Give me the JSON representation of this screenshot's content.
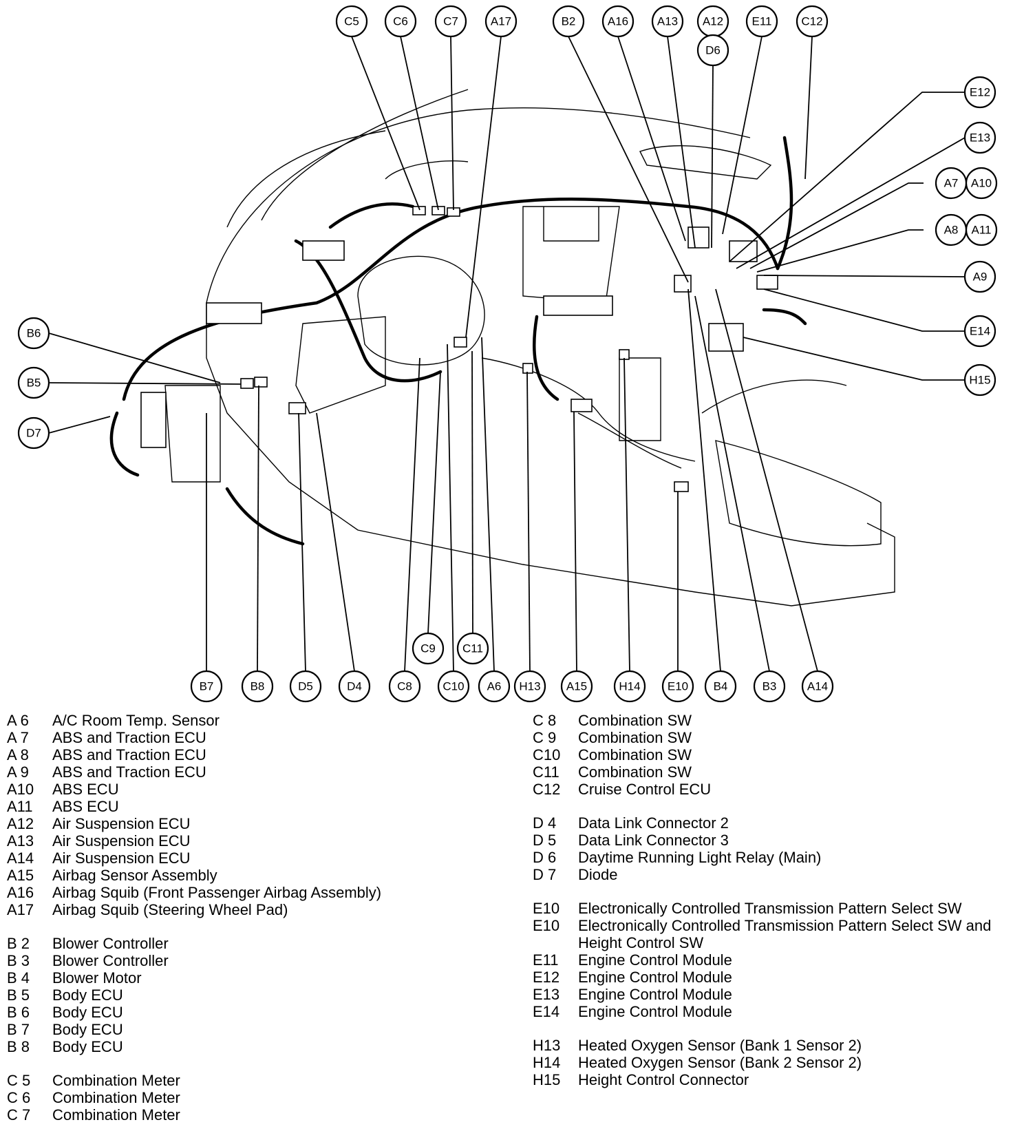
{
  "callouts": [
    {
      "id": "C5"
    },
    {
      "id": "C6"
    },
    {
      "id": "C7"
    },
    {
      "id": "A17"
    },
    {
      "id": "B2"
    },
    {
      "id": "A16"
    },
    {
      "id": "A13"
    },
    {
      "id": "A12"
    },
    {
      "id": "D6"
    },
    {
      "id": "E11"
    },
    {
      "id": "C12"
    },
    {
      "id": "E12"
    },
    {
      "id": "E13"
    },
    {
      "id": "A7"
    },
    {
      "id": "A10"
    },
    {
      "id": "A8"
    },
    {
      "id": "A11"
    },
    {
      "id": "A9"
    },
    {
      "id": "E14"
    },
    {
      "id": "H15"
    },
    {
      "id": "B6"
    },
    {
      "id": "B5"
    },
    {
      "id": "D7"
    },
    {
      "id": "C9"
    },
    {
      "id": "C11"
    },
    {
      "id": "B7"
    },
    {
      "id": "B8"
    },
    {
      "id": "D5"
    },
    {
      "id": "D4"
    },
    {
      "id": "C8"
    },
    {
      "id": "C10"
    },
    {
      "id": "A6"
    },
    {
      "id": "H13"
    },
    {
      "id": "A15"
    },
    {
      "id": "H14"
    },
    {
      "id": "E10"
    },
    {
      "id": "B4"
    },
    {
      "id": "B3"
    },
    {
      "id": "A14"
    }
  ],
  "legend": {
    "left": [
      [
        {
          "code": "A 6",
          "desc": "A/C Room Temp. Sensor"
        },
        {
          "code": "A 7",
          "desc": "ABS and Traction ECU"
        },
        {
          "code": "A 8",
          "desc": "ABS and Traction ECU"
        },
        {
          "code": "A 9",
          "desc": "ABS and Traction ECU"
        },
        {
          "code": "A10",
          "desc": "ABS ECU"
        },
        {
          "code": "A11",
          "desc": "ABS ECU"
        },
        {
          "code": "A12",
          "desc": "Air Suspension ECU"
        },
        {
          "code": "A13",
          "desc": "Air Suspension ECU"
        },
        {
          "code": "A14",
          "desc": "Air Suspension ECU"
        },
        {
          "code": "A15",
          "desc": "Airbag Sensor Assembly"
        },
        {
          "code": "A16",
          "desc": "Airbag Squib (Front Passenger Airbag Assembly)"
        },
        {
          "code": "A17",
          "desc": "Airbag Squib (Steering Wheel Pad)"
        }
      ],
      [
        {
          "code": "B 2",
          "desc": "Blower Controller"
        },
        {
          "code": "B 3",
          "desc": "Blower Controller"
        },
        {
          "code": "B 4",
          "desc": "Blower Motor"
        },
        {
          "code": "B 5",
          "desc": "Body ECU"
        },
        {
          "code": "B 6",
          "desc": "Body ECU"
        },
        {
          "code": "B 7",
          "desc": "Body ECU"
        },
        {
          "code": "B 8",
          "desc": "Body ECU"
        }
      ],
      [
        {
          "code": "C 5",
          "desc": "Combination Meter"
        },
        {
          "code": "C 6",
          "desc": "Combination Meter"
        },
        {
          "code": "C 7",
          "desc": "Combination Meter"
        }
      ]
    ],
    "right": [
      [
        {
          "code": "C 8",
          "desc": "Combination SW"
        },
        {
          "code": "C 9",
          "desc": "Combination SW"
        },
        {
          "code": "C10",
          "desc": "Combination SW"
        },
        {
          "code": "C11",
          "desc": "Combination SW"
        },
        {
          "code": "C12",
          "desc": "Cruise Control ECU"
        }
      ],
      [
        {
          "code": "D 4",
          "desc": "Data Link Connector 2"
        },
        {
          "code": "D 5",
          "desc": "Data Link Connector 3"
        },
        {
          "code": "D 6",
          "desc": "Daytime Running Light Relay (Main)"
        },
        {
          "code": "D 7",
          "desc": "Diode"
        }
      ],
      [
        {
          "code": "E10",
          "desc": "Electronically Controlled Transmission Pattern Select SW"
        },
        {
          "code": "E10",
          "desc": "Electronically Controlled Transmission Pattern Select SW and Height Control SW"
        },
        {
          "code": "E11",
          "desc": "Engine Control Module"
        },
        {
          "code": "E12",
          "desc": "Engine Control Module"
        },
        {
          "code": "E13",
          "desc": "Engine Control Module"
        },
        {
          "code": "E14",
          "desc": "Engine Control Module"
        }
      ],
      [
        {
          "code": "H13",
          "desc": "Heated Oxygen Sensor (Bank 1 Sensor 2)"
        },
        {
          "code": "H14",
          "desc": "Heated Oxygen Sensor (Bank 2 Sensor 2)"
        },
        {
          "code": "H15",
          "desc": "Height Control Connector"
        }
      ]
    ]
  }
}
